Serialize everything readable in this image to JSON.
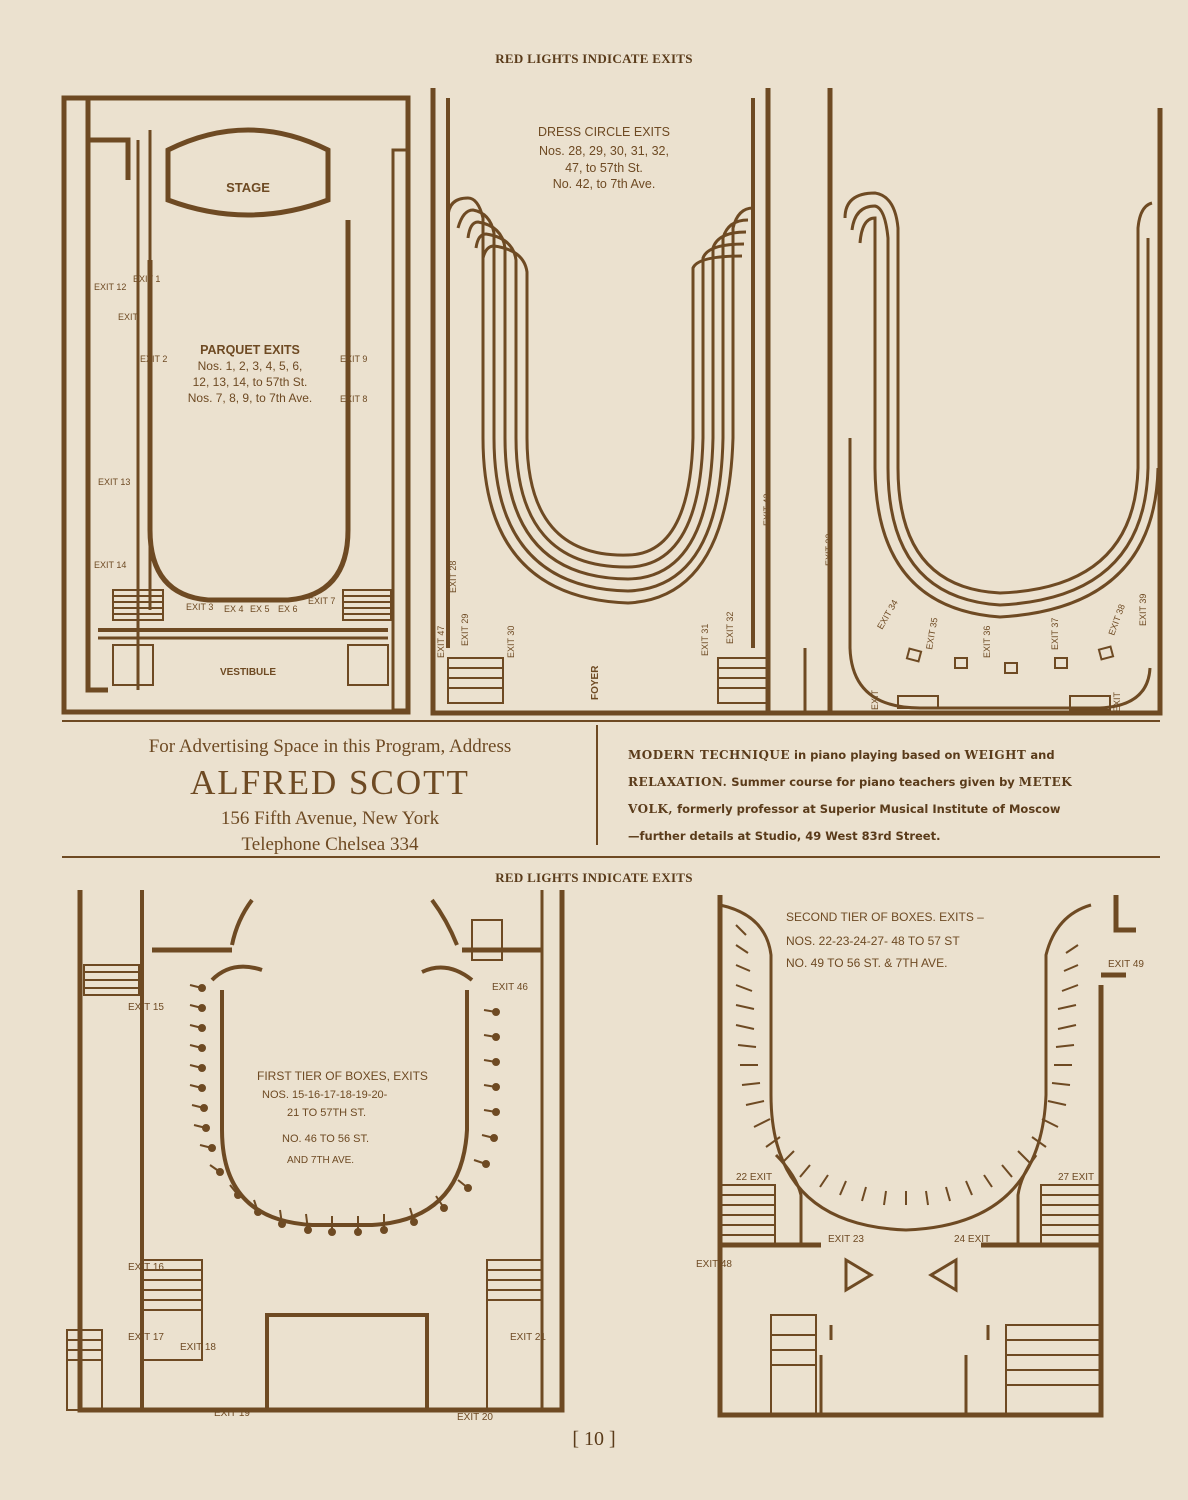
{
  "headings": {
    "top": "RED LIGHTS INDICATE EXITS",
    "bottom": "RED LIGHTS INDICATE EXITS"
  },
  "parquet": {
    "stage": "STAGE",
    "title": "PARQUET EXITS",
    "line1": "Nos. 1, 2, 3, 4, 5, 6,",
    "line2": "12, 13, 14, to 57th St.",
    "line3": "Nos. 7, 8, 9, to 7th Ave.",
    "vestibule": "VESTIBULE",
    "exit_word": "EXIT",
    "ex_word": "EX",
    "exits": [
      "1",
      "2",
      "3",
      "4",
      "5",
      "6",
      "7",
      "8",
      "9",
      "12",
      "13",
      "14"
    ]
  },
  "dress_circle": {
    "title": "DRESS CIRCLE EXITS",
    "line1": "Nos. 28, 29, 30, 31, 32,",
    "line2": "47, to 57th St.",
    "line3": "No. 42, to 7th Ave.",
    "foyer": "FOYER",
    "exits": [
      "28",
      "29",
      "30",
      "31",
      "32",
      "47",
      "42",
      "33",
      "34",
      "35",
      "36",
      "37",
      "38",
      "39"
    ]
  },
  "ad_left": {
    "line1": "For Advertising Space in this Program, Address",
    "name": "ALFRED SCOTT",
    "line3": "156 Fifth Avenue, New York",
    "line4": "Telephone Chelsea 334"
  },
  "ad_right": {
    "p1": "MODERN TECHNIQUE",
    "p2": " in piano playing based on ",
    "p3": "WEIGHT",
    "p4": " and",
    "p5": "RELAXATION.",
    "p6": " Summer course for piano teachers given by ",
    "p7": "METEK",
    "p8": "VOLK,",
    "p9": " formerly professor at Superior Musical Institute of Moscow",
    "p10": "—further details at Studio, 49 West 83rd Street."
  },
  "first_tier": {
    "line1": "FIRST TIER OF BOXES, EXITS",
    "line2": "NOS. 15-16-17-18-19-20-",
    "line3": "21 TO 57TH ST.",
    "line4": "NO. 46 TO 56 ST.",
    "line5": "AND 7TH AVE.",
    "exits": [
      "15",
      "16",
      "17",
      "18",
      "19",
      "20",
      "21",
      "46"
    ]
  },
  "second_tier": {
    "line1": "SECOND TIER OF BOXES. EXITS –",
    "line2": "NOS. 22-23-24-27- 48 TO 57 ST",
    "line3": "NO. 49 TO 56 ST. & 7TH AVE.",
    "exits": [
      "22",
      "23",
      "24",
      "27",
      "48",
      "49"
    ]
  },
  "page_number": "[ 10 ]",
  "colors": {
    "ink": "#6e4a23",
    "paper": "#ebe1cf"
  }
}
